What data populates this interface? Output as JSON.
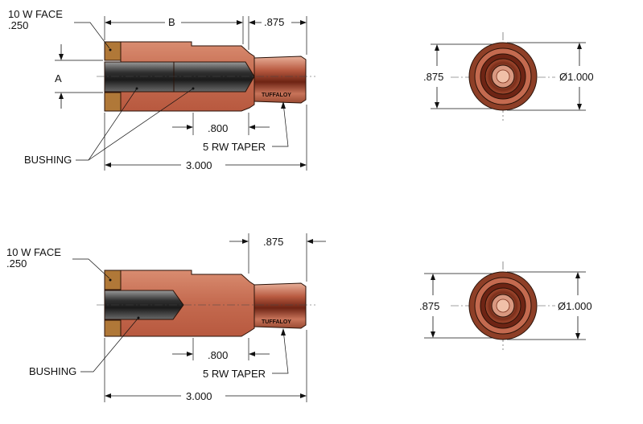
{
  "colors": {
    "copper": "#c8745a",
    "copper_dark": "#8e3f27",
    "face": "#b07838",
    "bore": "#3a3a3a",
    "background": "#ffffff"
  },
  "views": [
    {
      "face_label": "10 W FACE",
      "face_thickness": ".250",
      "dim_b": "B",
      "dim_a": "A",
      "dim_tip": ".875",
      "dim_800": ".800",
      "taper_label": "5 RW TAPER",
      "bushing_label": "BUSHING",
      "overall": "3.000",
      "brand": "TUFFALOY"
    },
    {
      "face_label": "10 W FACE",
      "face_thickness": ".250",
      "dim_tip": ".875",
      "dim_800": ".800",
      "taper_label": "5 RW TAPER",
      "bushing_label": "BUSHING",
      "overall": "3.000",
      "brand": "TUFFALOY"
    }
  ],
  "end_views": [
    {
      "height_dim": ".875",
      "dia_dim": "Ø1.000"
    },
    {
      "height_dim": ".875",
      "dia_dim": "Ø1.000"
    }
  ]
}
